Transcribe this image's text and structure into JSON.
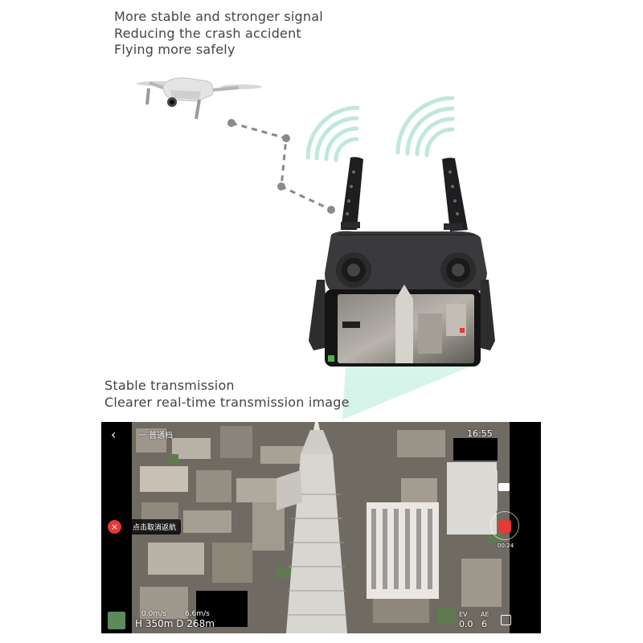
{
  "top_copy": {
    "line1": "More stable and stronger signal",
    "line2": "Reducing the crash accident",
    "line3": "Flying more safely"
  },
  "mid_copy": {
    "line1": "Stable transmission",
    "line2": "Clearer real-time transmission image"
  },
  "app_screen": {
    "back": "‹",
    "aircraft_name": "一 普通档",
    "clock": "16:55",
    "rth_cancel_label": "点击取消返航",
    "rth_cancel_icon": "×",
    "recording_time": "00:24",
    "speed_h": "0.0m/s",
    "speed_v": "6.6m/s",
    "distance_readout": "H 350m  D 268m",
    "ev_label": "EV",
    "ev_value": "0.0",
    "ae_label": "AE",
    "ae_value": "6"
  },
  "colors": {
    "text": "#444444",
    "signal_waves": "#bfe8db",
    "beam": "#c9f1e3",
    "controller": "#3a3a3d",
    "antenna": "#1e1e20",
    "record": "#e53935",
    "flight_path": "#8a8a8a"
  },
  "icons": [
    "drone-icon",
    "signal-wave-icon",
    "remote-controller-icon",
    "smartphone-icon",
    "back-icon",
    "close-icon",
    "record-icon",
    "map-icon",
    "camera-switch-icon",
    "settings-icon"
  ]
}
